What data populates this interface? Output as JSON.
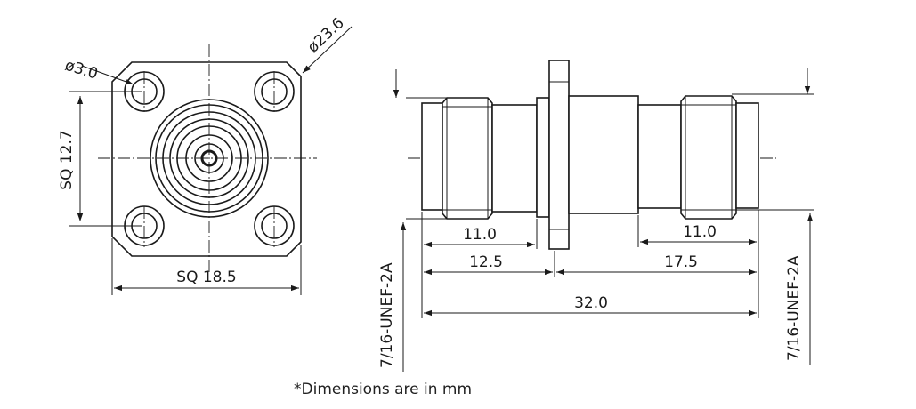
{
  "front_view": {
    "hole_dia_label": "ø3.0",
    "flange_dia_label": "ø23.6",
    "side_sq_label": "SQ 12.7",
    "bottom_sq_label": "SQ 18.5"
  },
  "side_view": {
    "left_thread_label": "7/16-UNEF-2A",
    "right_thread_label": "7/16-UNEF-2A",
    "dim_left_body": "11.0",
    "dim_right_body": "11.0",
    "dim_left_to_flange": "12.5",
    "dim_flange_to_right": "17.5",
    "dim_overall": "32.0"
  },
  "note": "*Dimensions are in mm",
  "colors": {
    "line": "#1a1a1a",
    "background": "#ffffff"
  }
}
